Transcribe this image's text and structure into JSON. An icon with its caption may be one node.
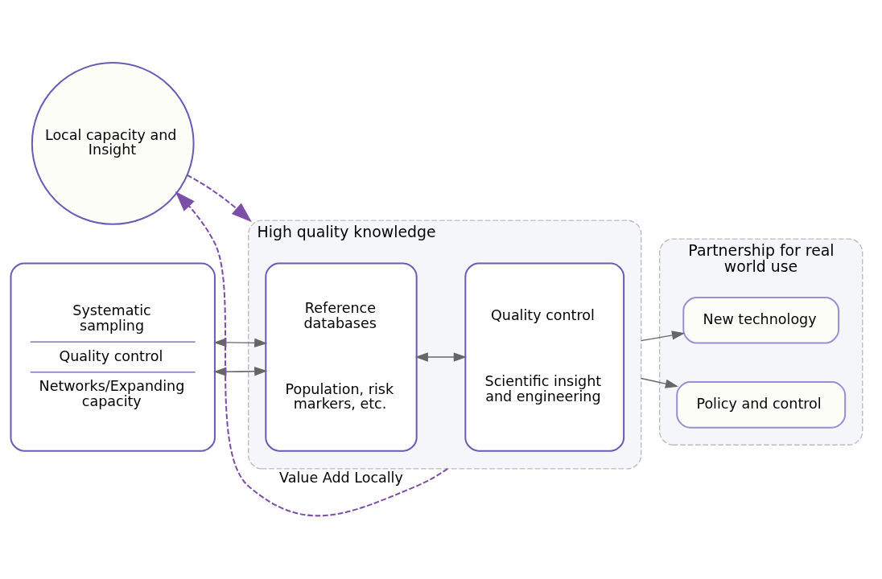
{
  "diagram": {
    "nodes": [
      {
        "text": [
          "Local capacity and Insight"
        ]
      },
      {
        "text": [
          "Systematic sampling",
          "Quality control",
          "Networks/Expanding capacity"
        ]
      },
      {
        "text": [
          "High quality knowledge"
        ]
      },
      {
        "text": [
          "Reference databases",
          "Population, risk markers, etc."
        ],
        "in": 2
      },
      {
        "text": [
          "Quality control",
          "Scientific insight and engineering"
        ],
        "in": 2
      },
      {
        "text": [
          "Partnership for real world use"
        ]
      },
      {
        "text": [
          "New technology"
        ],
        "in": 5
      },
      {
        "text": [
          "Policy and control"
        ],
        "in": 5
      }
    ],
    "edges": [
      {
        "from": 1,
        "to": 3,
        "arrow": "both"
      },
      {
        "from": 1,
        "to": 3,
        "arrow": "both"
      },
      {
        "from": 3,
        "to": 4,
        "arrow": "both"
      },
      {
        "from": 2,
        "to": 6,
        "arrow": "to"
      },
      {
        "from": 2,
        "to": 7,
        "arrow": "to"
      },
      {
        "from": 0,
        "to": 2,
        "arrow": "to",
        "style": "dashed",
        "color": "#7b4fa8"
      },
      {
        "from": 2,
        "to": 0,
        "arrow": "to",
        "style": "dashed",
        "color": "#7b4fa8",
        "label": "Value Add Locally"
      }
    ]
  }
}
